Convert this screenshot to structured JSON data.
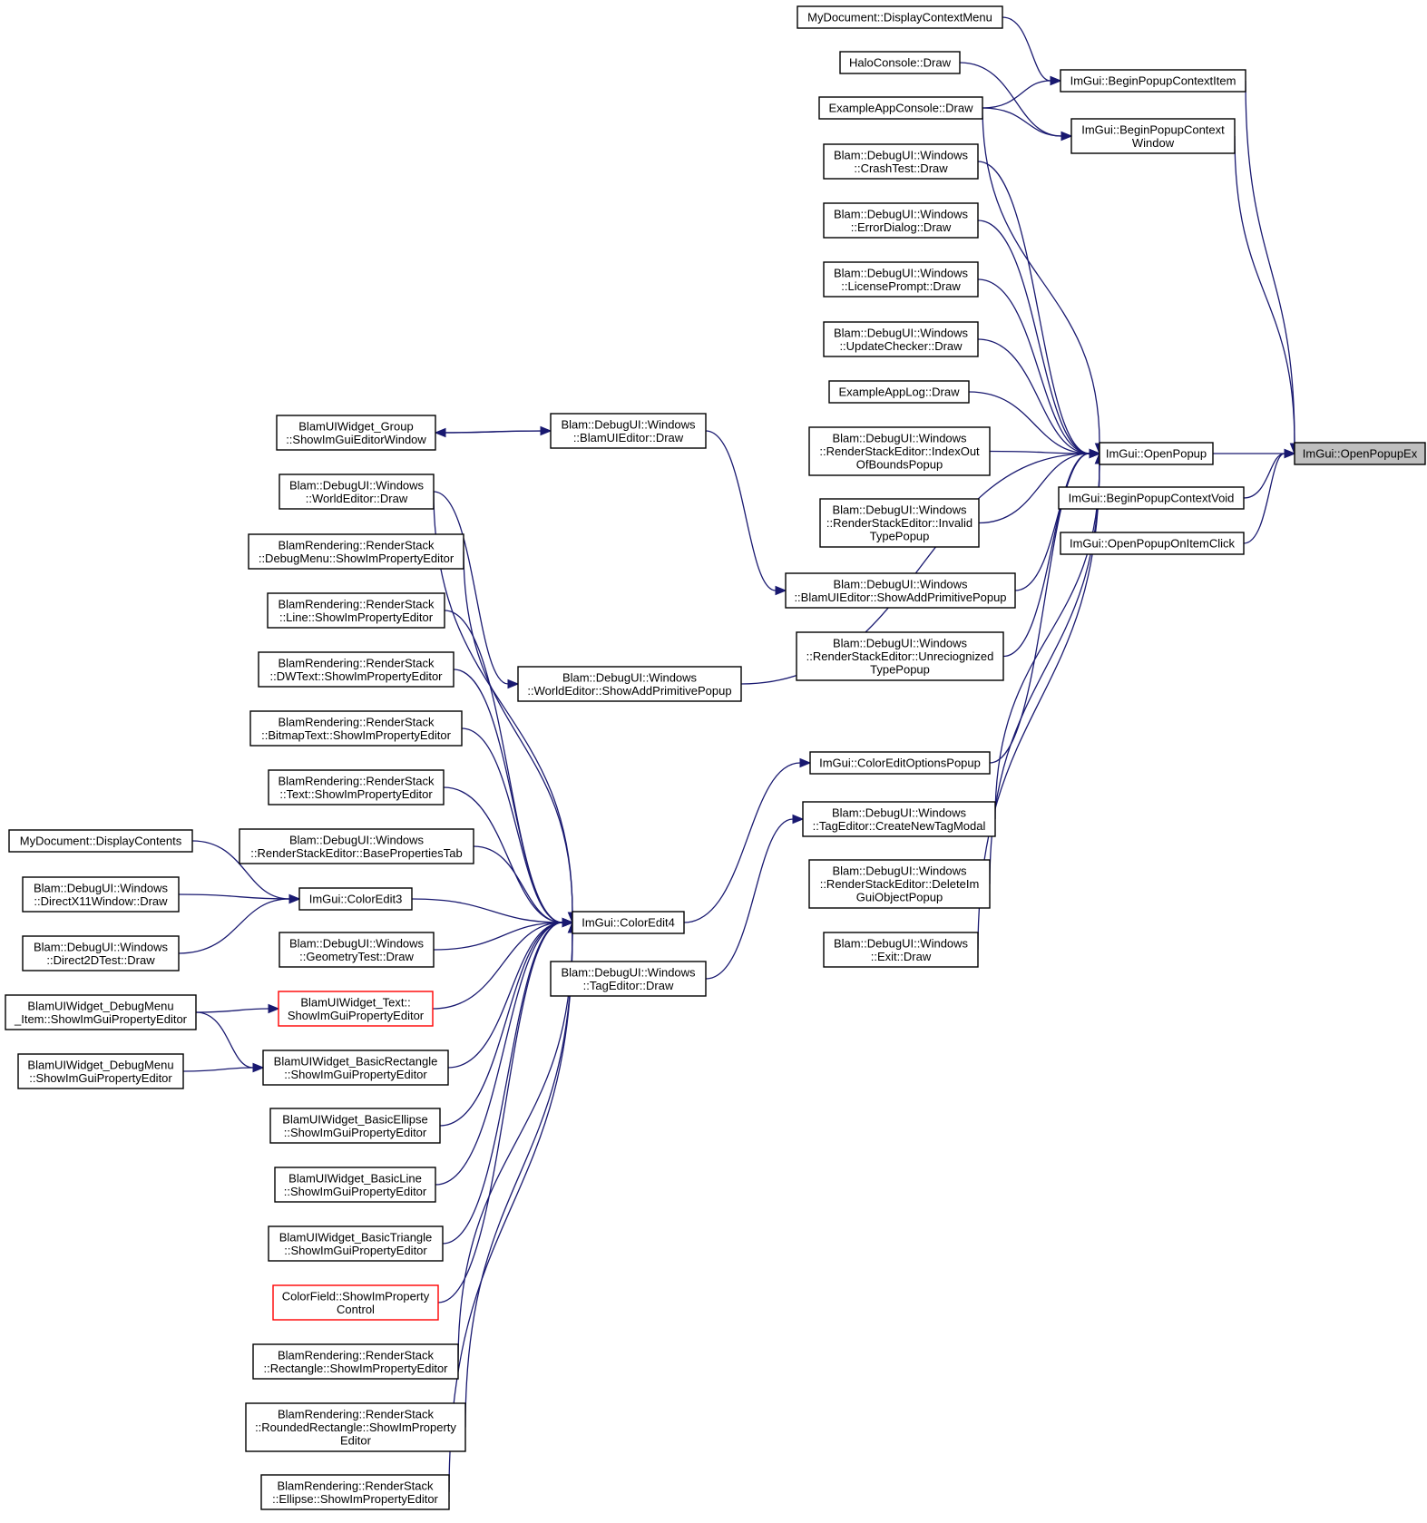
{
  "colors": {
    "edge": "#191970",
    "node_border": "#000000",
    "node_border_red": "#ff0000",
    "root_fill": "#bfbfbf",
    "background": "#ffffff"
  },
  "nodes": {
    "openpopupex": [
      "ImGui::OpenPopupEx"
    ],
    "openpopup": [
      "ImGui::OpenPopup"
    ],
    "beginpopupcontextitem": [
      "ImGui::BeginPopupContextItem"
    ],
    "beginpopupcontextwindow": [
      "ImGui::BeginPopupContext",
      "Window"
    ],
    "beginpopupcontextvoid": [
      "ImGui::BeginPopupContextVoid"
    ],
    "openpopuponitemclick": [
      "ImGui::OpenPopupOnItemClick"
    ],
    "mydoc_ctxmenu": [
      "MyDocument::DisplayContextMenu"
    ],
    "haloconsole": [
      "HaloConsole::Draw"
    ],
    "exampleappconsole": [
      "ExampleAppConsole::Draw"
    ],
    "crashtest": [
      "Blam::DebugUI::Windows",
      "::CrashTest::Draw"
    ],
    "errordialog": [
      "Blam::DebugUI::Windows",
      "::ErrorDialog::Draw"
    ],
    "licenseprompt": [
      "Blam::DebugUI::Windows",
      "::LicensePrompt::Draw"
    ],
    "updatechecker": [
      "Blam::DebugUI::Windows",
      "::UpdateChecker::Draw"
    ],
    "exampleapplog": [
      "ExampleAppLog::Draw"
    ],
    "rse_indexout": [
      "Blam::DebugUI::Windows",
      "::RenderStackEditor::IndexOut",
      "OfBoundsPopup"
    ],
    "rse_invalid": [
      "Blam::DebugUI::Windows",
      "::RenderStackEditor::Invalid",
      "TypePopup"
    ],
    "blamuieditor_showadd": [
      "Blam::DebugUI::Windows",
      "::BlamUIEditor::ShowAddPrimitivePopup"
    ],
    "rse_unrecognized": [
      "Blam::DebugUI::Windows",
      "::RenderStackEditor::Unreciognized",
      "TypePopup"
    ],
    "coloreditoptions": [
      "ImGui::ColorEditOptionsPopup"
    ],
    "tageditor_newtag": [
      "Blam::DebugUI::Windows",
      "::TagEditor::CreateNewTagModal"
    ],
    "rse_delete": [
      "Blam::DebugUI::Windows",
      "::RenderStackEditor::DeleteIm",
      "GuiObjectPopup"
    ],
    "exit": [
      "Blam::DebugUI::Windows",
      "::Exit::Draw"
    ],
    "group_editor": [
      "BlamUIWidget_Group",
      "::ShowImGuiEditorWindow"
    ],
    "blamuieditor_draw": [
      "Blam::DebugUI::Windows",
      "::BlamUIEditor::Draw"
    ],
    "worldeditor_draw": [
      "Blam::DebugUI::Windows",
      "::WorldEditor::Draw"
    ],
    "worldeditor_showadd": [
      "Blam::DebugUI::Windows",
      "::WorldEditor::ShowAddPrimitivePopup"
    ],
    "rs_debugmenu": [
      "BlamRendering::RenderStack",
      "::DebugMenu::ShowImPropertyEditor"
    ],
    "rs_line": [
      "BlamRendering::RenderStack",
      "::Line::ShowImPropertyEditor"
    ],
    "rs_dwtext": [
      "BlamRendering::RenderStack",
      "::DWText::ShowImPropertyEditor"
    ],
    "rs_bitmaptext": [
      "BlamRendering::RenderStack",
      "::BitmapText::ShowImPropertyEditor"
    ],
    "rs_text": [
      "BlamRendering::RenderStack",
      "::Text::ShowImPropertyEditor"
    ],
    "rse_baseprops": [
      "Blam::DebugUI::Windows",
      "::RenderStackEditor::BasePropertiesTab"
    ],
    "coloredit4": [
      "ImGui::ColorEdit4"
    ],
    "coloredit3": [
      "ImGui::ColorEdit3"
    ],
    "mydoc_contents": [
      "MyDocument::DisplayContents"
    ],
    "directx11": [
      "Blam::DebugUI::Windows",
      "::DirectX11Window::Draw"
    ],
    "direct2d": [
      "Blam::DebugUI::Windows",
      "::Direct2DTest::Draw"
    ],
    "geometrytest": [
      "Blam::DebugUI::Windows",
      "::GeometryTest::Draw"
    ],
    "tageditor_draw": [
      "Blam::DebugUI::Windows",
      "::TagEditor::Draw"
    ],
    "debugmenu_item": [
      "BlamUIWidget_DebugMenu",
      "_Item::ShowImGuiPropertyEditor"
    ],
    "widget_text": [
      "BlamUIWidget_Text::",
      "ShowImGuiPropertyEditor"
    ],
    "debugmenu": [
      "BlamUIWidget_DebugMenu",
      "::ShowImGuiPropertyEditor"
    ],
    "basicrect": [
      "BlamUIWidget_BasicRectangle",
      "::ShowImGuiPropertyEditor"
    ],
    "basicellipse": [
      "BlamUIWidget_BasicEllipse",
      "::ShowImGuiPropertyEditor"
    ],
    "basicline": [
      "BlamUIWidget_BasicLine",
      "::ShowImGuiPropertyEditor"
    ],
    "basictriangle": [
      "BlamUIWidget_BasicTriangle",
      "::ShowImGuiPropertyEditor"
    ],
    "colorfield": [
      "ColorField::ShowImProperty",
      "Control"
    ],
    "rs_rectangle": [
      "BlamRendering::RenderStack",
      "::Rectangle::ShowImPropertyEditor"
    ],
    "rs_roundedrect": [
      "BlamRendering::RenderStack",
      "::RoundedRectangle::ShowImProperty",
      "Editor"
    ],
    "rs_ellipse": [
      "BlamRendering::RenderStack",
      "::Ellipse::ShowImPropertyEditor"
    ]
  },
  "edges": [
    [
      "openpopup",
      "openpopupex"
    ],
    [
      "beginpopupcontextitem",
      "openpopupex"
    ],
    [
      "beginpopupcontextwindow",
      "openpopupex"
    ],
    [
      "beginpopupcontextvoid",
      "openpopupex"
    ],
    [
      "openpopuponitemclick",
      "openpopupex"
    ],
    [
      "mydoc_ctxmenu",
      "beginpopupcontextitem"
    ],
    [
      "haloconsole",
      "beginpopupcontextwindow"
    ],
    [
      "exampleappconsole",
      "beginpopupcontextitem"
    ],
    [
      "exampleappconsole",
      "beginpopupcontextwindow"
    ],
    [
      "exampleappconsole",
      "openpopup"
    ],
    [
      "crashtest",
      "openpopup"
    ],
    [
      "errordialog",
      "openpopup"
    ],
    [
      "licenseprompt",
      "openpopup"
    ],
    [
      "updatechecker",
      "openpopup"
    ],
    [
      "exampleapplog",
      "openpopup"
    ],
    [
      "rse_indexout",
      "openpopup"
    ],
    [
      "rse_invalid",
      "openpopup"
    ],
    [
      "blamuieditor_showadd",
      "openpopup"
    ],
    [
      "rse_unrecognized",
      "openpopup"
    ],
    [
      "worldeditor_showadd",
      "openpopup"
    ],
    [
      "coloreditoptions",
      "openpopup"
    ],
    [
      "tageditor_newtag",
      "openpopup"
    ],
    [
      "rse_delete",
      "openpopup"
    ],
    [
      "exit",
      "openpopup"
    ],
    [
      "blamuieditor_draw",
      "group_editor"
    ],
    [
      "group_editor",
      "blamuieditor_draw"
    ],
    [
      "blamuieditor_draw",
      "blamuieditor_showadd"
    ],
    [
      "worldeditor_draw",
      "worldeditor_showadd"
    ],
    [
      "coloredit4",
      "coloreditoptions"
    ],
    [
      "tageditor_draw",
      "tageditor_newtag"
    ],
    [
      "worldeditor_draw",
      "coloredit4"
    ],
    [
      "rs_debugmenu",
      "coloredit4"
    ],
    [
      "rs_line",
      "coloredit4"
    ],
    [
      "rs_dwtext",
      "coloredit4"
    ],
    [
      "rs_bitmaptext",
      "coloredit4"
    ],
    [
      "rs_text",
      "coloredit4"
    ],
    [
      "rse_baseprops",
      "coloredit4"
    ],
    [
      "coloredit3",
      "coloredit4"
    ],
    [
      "geometrytest",
      "coloredit4"
    ],
    [
      "widget_text",
      "coloredit4"
    ],
    [
      "basicrect",
      "coloredit4"
    ],
    [
      "basicellipse",
      "coloredit4"
    ],
    [
      "basicline",
      "coloredit4"
    ],
    [
      "basictriangle",
      "coloredit4"
    ],
    [
      "colorfield",
      "coloredit4"
    ],
    [
      "rs_rectangle",
      "coloredit4"
    ],
    [
      "rs_roundedrect",
      "coloredit4"
    ],
    [
      "rs_ellipse",
      "coloredit4"
    ],
    [
      "mydoc_contents",
      "coloredit3"
    ],
    [
      "directx11",
      "coloredit3"
    ],
    [
      "direct2d",
      "coloredit3"
    ],
    [
      "debugmenu_item",
      "widget_text"
    ],
    [
      "debugmenu_item",
      "basicrect"
    ],
    [
      "debugmenu",
      "basicrect"
    ]
  ]
}
